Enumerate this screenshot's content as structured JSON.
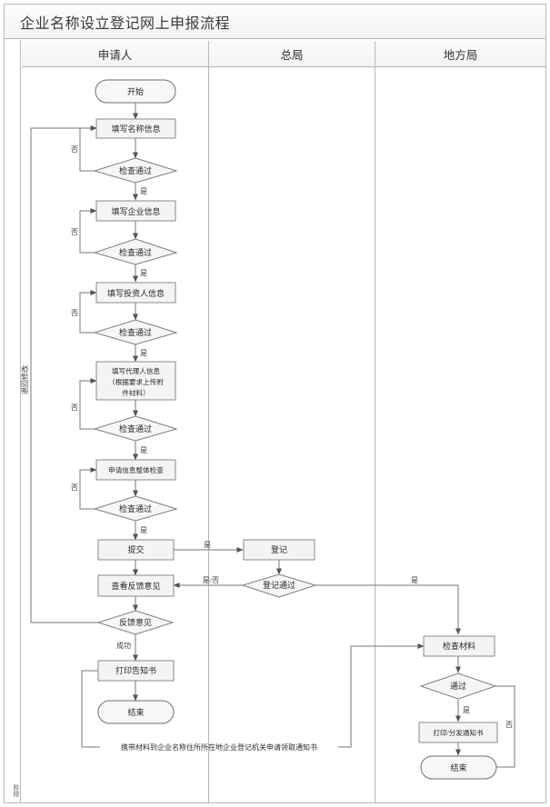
{
  "document": {
    "title": "企业名称设立登记网上申报流程"
  },
  "phase_column": {
    "label": "阶段"
  },
  "lanes": [
    {
      "id": "applicant",
      "label": "申请人"
    },
    {
      "id": "head-bureau",
      "label": "总局"
    },
    {
      "id": "local-bureau",
      "label": "地方局"
    }
  ],
  "colors": {
    "node_fill": "#f4f4f4",
    "node_stroke": "#8a8a8a",
    "line": "#777777",
    "frame": "#b8b8b8",
    "header_bg": "#f2f2f2",
    "text": "#262626"
  },
  "chart_data": {
    "type": "diagram",
    "title": "企业名称设立登记网上申报流程",
    "lanes": [
      "申请人",
      "总局",
      "地方局"
    ],
    "nodes": [
      {
        "id": "n1",
        "lane": "申请人",
        "shape": "terminator",
        "label": "开始"
      },
      {
        "id": "n2",
        "lane": "申请人",
        "shape": "process",
        "label": "填写名称信息"
      },
      {
        "id": "n3",
        "lane": "申请人",
        "shape": "decision",
        "label": "检查通过"
      },
      {
        "id": "n4",
        "lane": "申请人",
        "shape": "process",
        "label": "填写企业信息"
      },
      {
        "id": "n5",
        "lane": "申请人",
        "shape": "decision",
        "label": "检查通过"
      },
      {
        "id": "n6",
        "lane": "申请人",
        "shape": "process",
        "label": "填写投资人信息"
      },
      {
        "id": "n7",
        "lane": "申请人",
        "shape": "decision",
        "label": "检查通过"
      },
      {
        "id": "n8",
        "lane": "申请人",
        "shape": "process",
        "label": "填写代理人信息（根据要求上传附件材料）",
        "label_lines": [
          "填写代理人信息",
          "（根据要求上传附",
          "件材料）"
        ]
      },
      {
        "id": "n9",
        "lane": "申请人",
        "shape": "decision",
        "label": "检查通过"
      },
      {
        "id": "n10",
        "lane": "申请人",
        "shape": "process",
        "label": "申请信息整体检查"
      },
      {
        "id": "n11",
        "lane": "申请人",
        "shape": "decision",
        "label": "检查通过"
      },
      {
        "id": "n12",
        "lane": "申请人",
        "shape": "process",
        "label": "提交"
      },
      {
        "id": "n13",
        "lane": "申请人",
        "shape": "process",
        "label": "查看反馈意见"
      },
      {
        "id": "n14",
        "lane": "申请人",
        "shape": "decision",
        "label": "反馈意见"
      },
      {
        "id": "n15",
        "lane": "申请人",
        "shape": "process",
        "label": "打印告知书"
      },
      {
        "id": "n16",
        "lane": "申请人",
        "shape": "terminator",
        "label": "结束"
      },
      {
        "id": "m1",
        "lane": "总局",
        "shape": "process",
        "label": "登记"
      },
      {
        "id": "m2",
        "lane": "总局",
        "shape": "decision",
        "label": "登记通过"
      },
      {
        "id": "r1",
        "lane": "地方局",
        "shape": "process",
        "label": "检查材料"
      },
      {
        "id": "r2",
        "lane": "地方局",
        "shape": "decision",
        "label": "通过"
      },
      {
        "id": "r3",
        "lane": "地方局",
        "shape": "process",
        "label": "打印/分发通知书"
      },
      {
        "id": "r4",
        "lane": "地方局",
        "shape": "terminator",
        "label": "结束"
      }
    ],
    "edges": [
      {
        "from": "n1",
        "to": "n2",
        "label": ""
      },
      {
        "from": "n2",
        "to": "n3",
        "label": ""
      },
      {
        "from": "n3",
        "to": "n4",
        "label": "是"
      },
      {
        "from": "n3",
        "to": "n2",
        "label": "否"
      },
      {
        "from": "n4",
        "to": "n5",
        "label": ""
      },
      {
        "from": "n5",
        "to": "n6",
        "label": "是"
      },
      {
        "from": "n5",
        "to": "n4",
        "label": "否"
      },
      {
        "from": "n6",
        "to": "n7",
        "label": ""
      },
      {
        "from": "n7",
        "to": "n8",
        "label": "是"
      },
      {
        "from": "n7",
        "to": "n6",
        "label": "否"
      },
      {
        "from": "n8",
        "to": "n9",
        "label": ""
      },
      {
        "from": "n9",
        "to": "n10",
        "label": "是"
      },
      {
        "from": "n9",
        "to": "n8",
        "label": "否"
      },
      {
        "from": "n10",
        "to": "n11",
        "label": ""
      },
      {
        "from": "n11",
        "to": "n12",
        "label": "是"
      },
      {
        "from": "n11",
        "to": "n10",
        "label": "否"
      },
      {
        "from": "n12",
        "to": "m1",
        "label": "是"
      },
      {
        "from": "n12",
        "to": "n13",
        "label": ""
      },
      {
        "from": "m1",
        "to": "m2",
        "label": ""
      },
      {
        "from": "m2",
        "to": "n13",
        "label": "是/否"
      },
      {
        "from": "m2",
        "to": "r1",
        "label": "是"
      },
      {
        "from": "n13",
        "to": "n14",
        "label": ""
      },
      {
        "from": "n14",
        "to": "n15",
        "label": "成功"
      },
      {
        "from": "n14",
        "to": "n2",
        "label": "退回修改"
      },
      {
        "from": "n15",
        "to": "n16",
        "label": ""
      },
      {
        "from": "n15",
        "to": "r1",
        "label": "携带材料到企业名称住所所在地企业登记机关申请领取通知书"
      },
      {
        "from": "r1",
        "to": "r2",
        "label": ""
      },
      {
        "from": "r2",
        "to": "r3",
        "label": "是"
      },
      {
        "from": "r2",
        "to": "r4",
        "label": "否"
      },
      {
        "from": "r3",
        "to": "r4",
        "label": ""
      }
    ],
    "edge_labels": {
      "yes": "是",
      "no": "否",
      "yes_no": "是/否",
      "success": "成功",
      "return_modify": "退回修改",
      "carry_materials": "携带材料到企业名称住所所在地企业登记机关申请领取通知书"
    }
  },
  "nodes": {
    "start": "开始",
    "fill_name": "填写名称信息",
    "check1": "检查通过",
    "fill_company": "填写企业信息",
    "check2": "检查通过",
    "fill_investor": "填写投资人信息",
    "check3": "检查通过",
    "fill_agent_l1": "填写代理人信息",
    "fill_agent_l2": "（根据要求上传附",
    "fill_agent_l3": "件材料）",
    "check4": "检查通过",
    "overall_check": "申请信息整体检查",
    "check5": "检查通过",
    "submit": "提交",
    "view_feedback": "查看反馈意见",
    "feedback": "反馈意见",
    "print_notice": "打印告知书",
    "end_left": "结束",
    "register": "登记",
    "register_pass": "登记通过",
    "check_materials": "检查材料",
    "pass": "通过",
    "print_distribute": "打印/分发通知书",
    "end_right": "结束"
  },
  "labels": {
    "yes1": "是",
    "no1": "否",
    "yes2": "是",
    "no2": "否",
    "yes3": "是",
    "no3": "否",
    "yes4": "是",
    "no4": "否",
    "yes5": "是",
    "no5": "否",
    "submit_yes": "是",
    "reg_yesno": "是/否",
    "reg_yes": "是",
    "success": "成功",
    "pass_yes": "是",
    "pass_no": "否",
    "return_modify": "退回修改",
    "carry_note": "携带材料到企业名称住所所在地企业登记机关申请领取通知书"
  }
}
